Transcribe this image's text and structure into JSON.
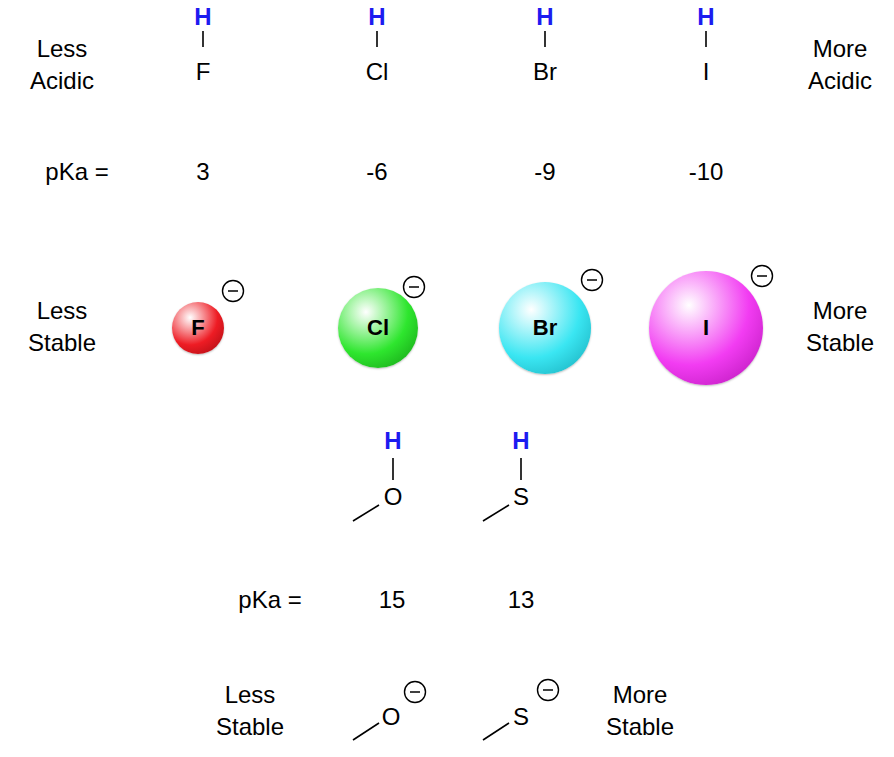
{
  "diagram": {
    "nodes": [
      {
        "text": [
          "F"
        ]
      },
      {
        "text": [
          "Cl"
        ]
      },
      {
        "text": [
          "Br"
        ]
      },
      {
        "text": [
          "I"
        ]
      }
    ],
    "labels": [
      "Less Acidic",
      "H",
      "F",
      "H",
      "Cl",
      "H",
      "Br",
      "H",
      "I",
      "More Acidic",
      "pKa =",
      "3",
      "-6",
      "-9",
      "-10",
      "Less Stable",
      "More Stable",
      "H",
      "O",
      "H",
      "S",
      "pKa =",
      "15",
      "13",
      "Less Stable",
      "O",
      "S",
      "More Stable"
    ]
  }
}
